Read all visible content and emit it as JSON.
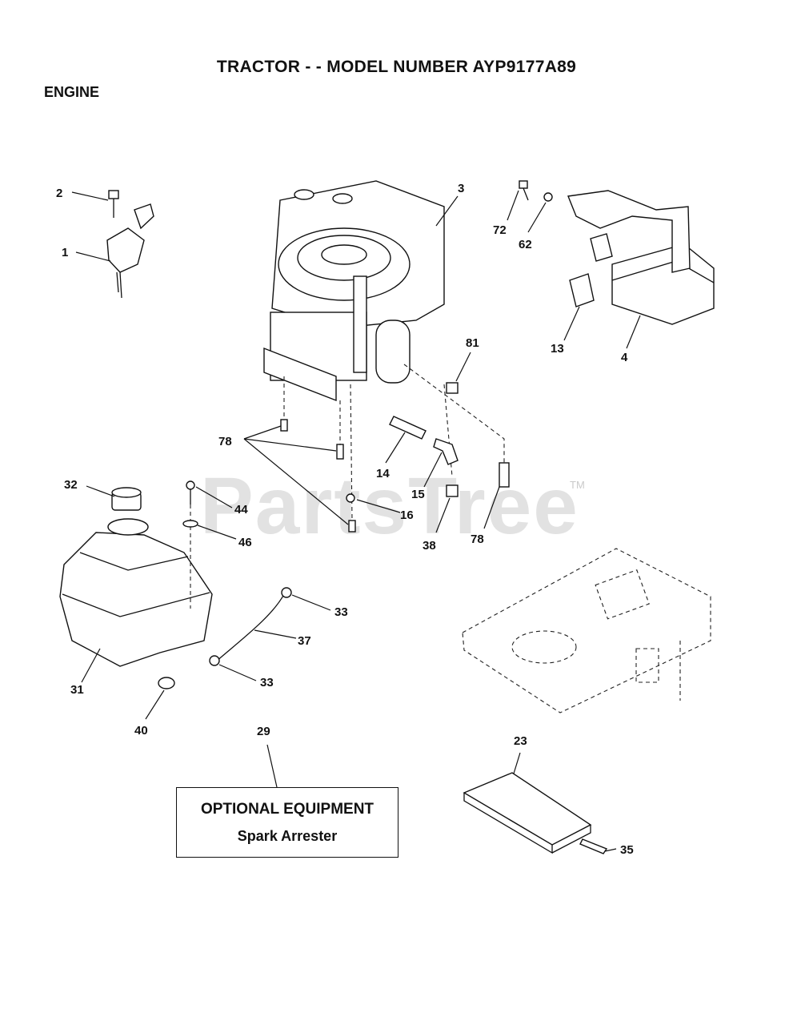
{
  "header": {
    "title": "TRACTOR - - MODEL NUMBER AYP9177A89",
    "section": "ENGINE"
  },
  "watermark": {
    "text": "PartsTree",
    "trademark": "TM"
  },
  "optional_box": {
    "heading": "OPTIONAL EQUIPMENT",
    "item": "Spark Arrester"
  },
  "callouts": {
    "c1": "1",
    "c2": "2",
    "c3": "3",
    "c4": "4",
    "c13": "13",
    "c14": "14",
    "c15": "15",
    "c16": "16",
    "c23": "23",
    "c29": "29",
    "c31": "31",
    "c32": "32",
    "c33a": "33",
    "c33b": "33",
    "c35": "35",
    "c37": "37",
    "c38": "38",
    "c40": "40",
    "c44": "44",
    "c46": "46",
    "c62": "62",
    "c72": "72",
    "c78a": "78",
    "c78b": "78",
    "c81": "81"
  }
}
